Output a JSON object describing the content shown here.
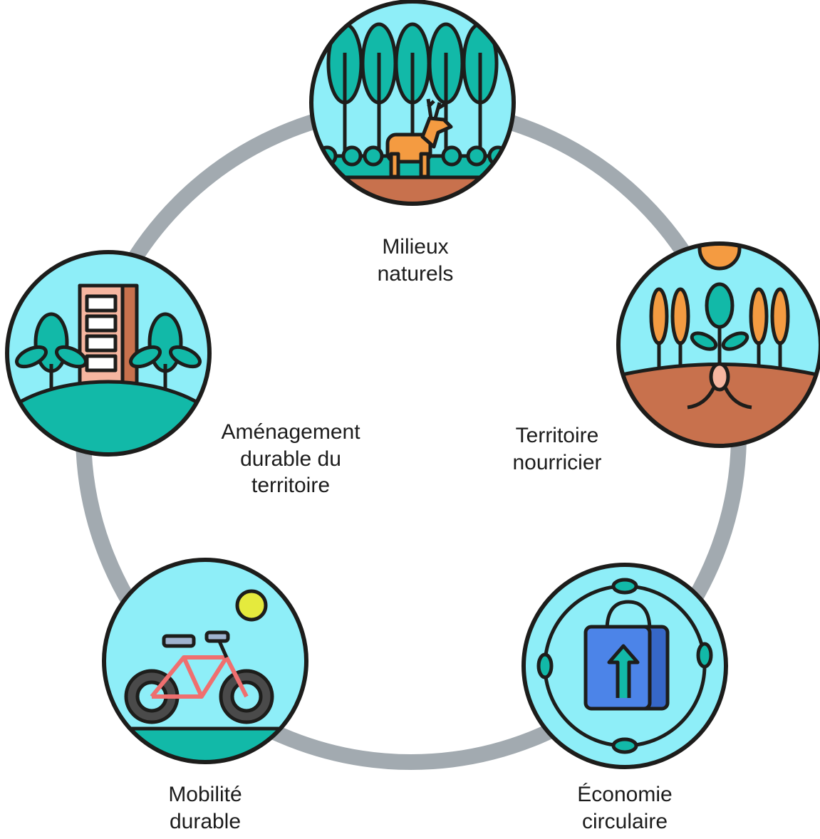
{
  "diagram": {
    "nodes": [
      {
        "id": "milieux",
        "icon": "deer-forest-icon",
        "label": [
          "Milieux",
          "naturels"
        ]
      },
      {
        "id": "territoire",
        "icon": "wheat-crop-sun-icon",
        "label": [
          "Territoire",
          "nourricier"
        ]
      },
      {
        "id": "economie",
        "icon": "shopping-bag-recycle-icon",
        "label": [
          "Économie",
          "circulaire"
        ]
      },
      {
        "id": "mobilite",
        "icon": "bicycle-sun-icon",
        "label": [
          "Mobilité",
          "durable"
        ]
      },
      {
        "id": "amenagement",
        "icon": "building-trees-hill-icon",
        "label": [
          "Aménagement",
          "durable du",
          "territoire"
        ]
      }
    ],
    "colors": {
      "ring": "#a2aab0",
      "icon_bg": "#8eeef8",
      "outline": "#1d1d1b",
      "teal": "#12b9a8",
      "soil": "#c8714d",
      "orange": "#f49b41",
      "bag_blue": "#4c84e8",
      "bike_red": "#ef6f6f",
      "building": "#f6b6a0",
      "sun": "#e5ea3d"
    }
  }
}
